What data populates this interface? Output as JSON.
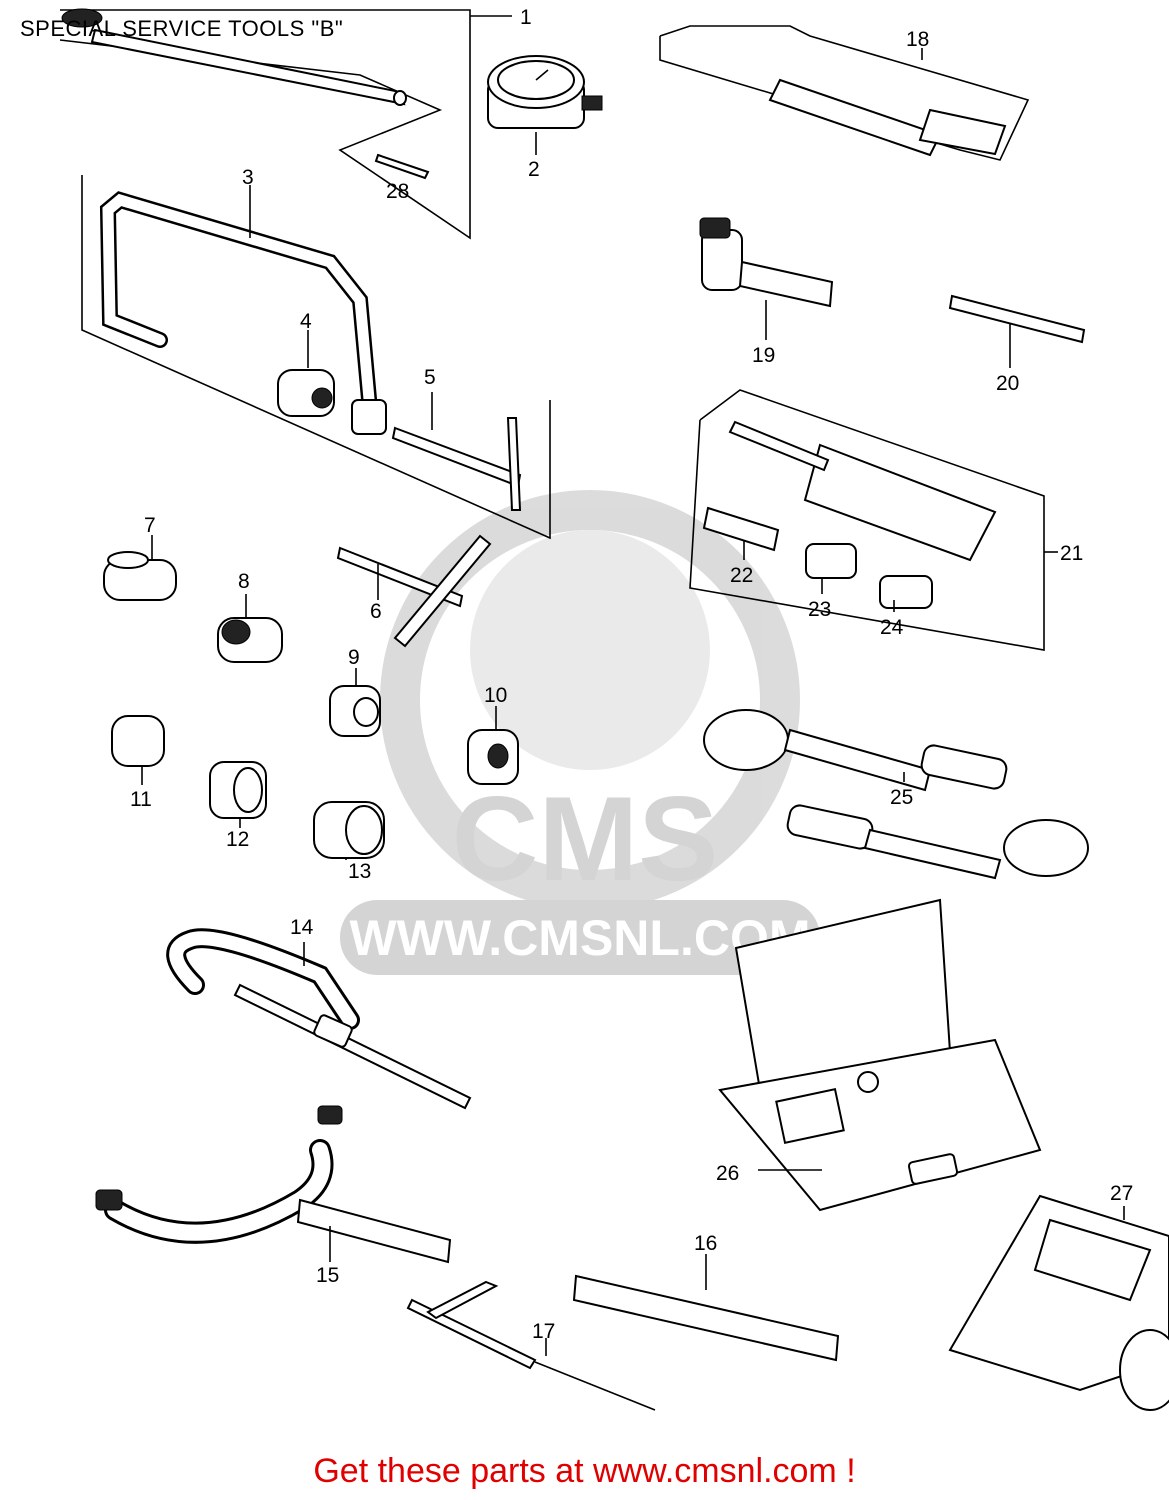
{
  "title": "SPECIAL SERVICE TOOLS \"B\"",
  "footer": "Get these parts at www.cmsnl.com !",
  "watermark": {
    "brand": "CMS",
    "url": "WWW.CMSNL.COM",
    "color": "#d0d0d0"
  },
  "callouts": [
    "1",
    "2",
    "3",
    "4",
    "5",
    "6",
    "7",
    "8",
    "9",
    "10",
    "11",
    "12",
    "13",
    "14",
    "15",
    "16",
    "17",
    "18",
    "19",
    "20",
    "21",
    "22",
    "23",
    "24",
    "25",
    "26",
    "27",
    "28"
  ],
  "colors": {
    "footer_text": "#e00000",
    "line_art": "#000000"
  }
}
